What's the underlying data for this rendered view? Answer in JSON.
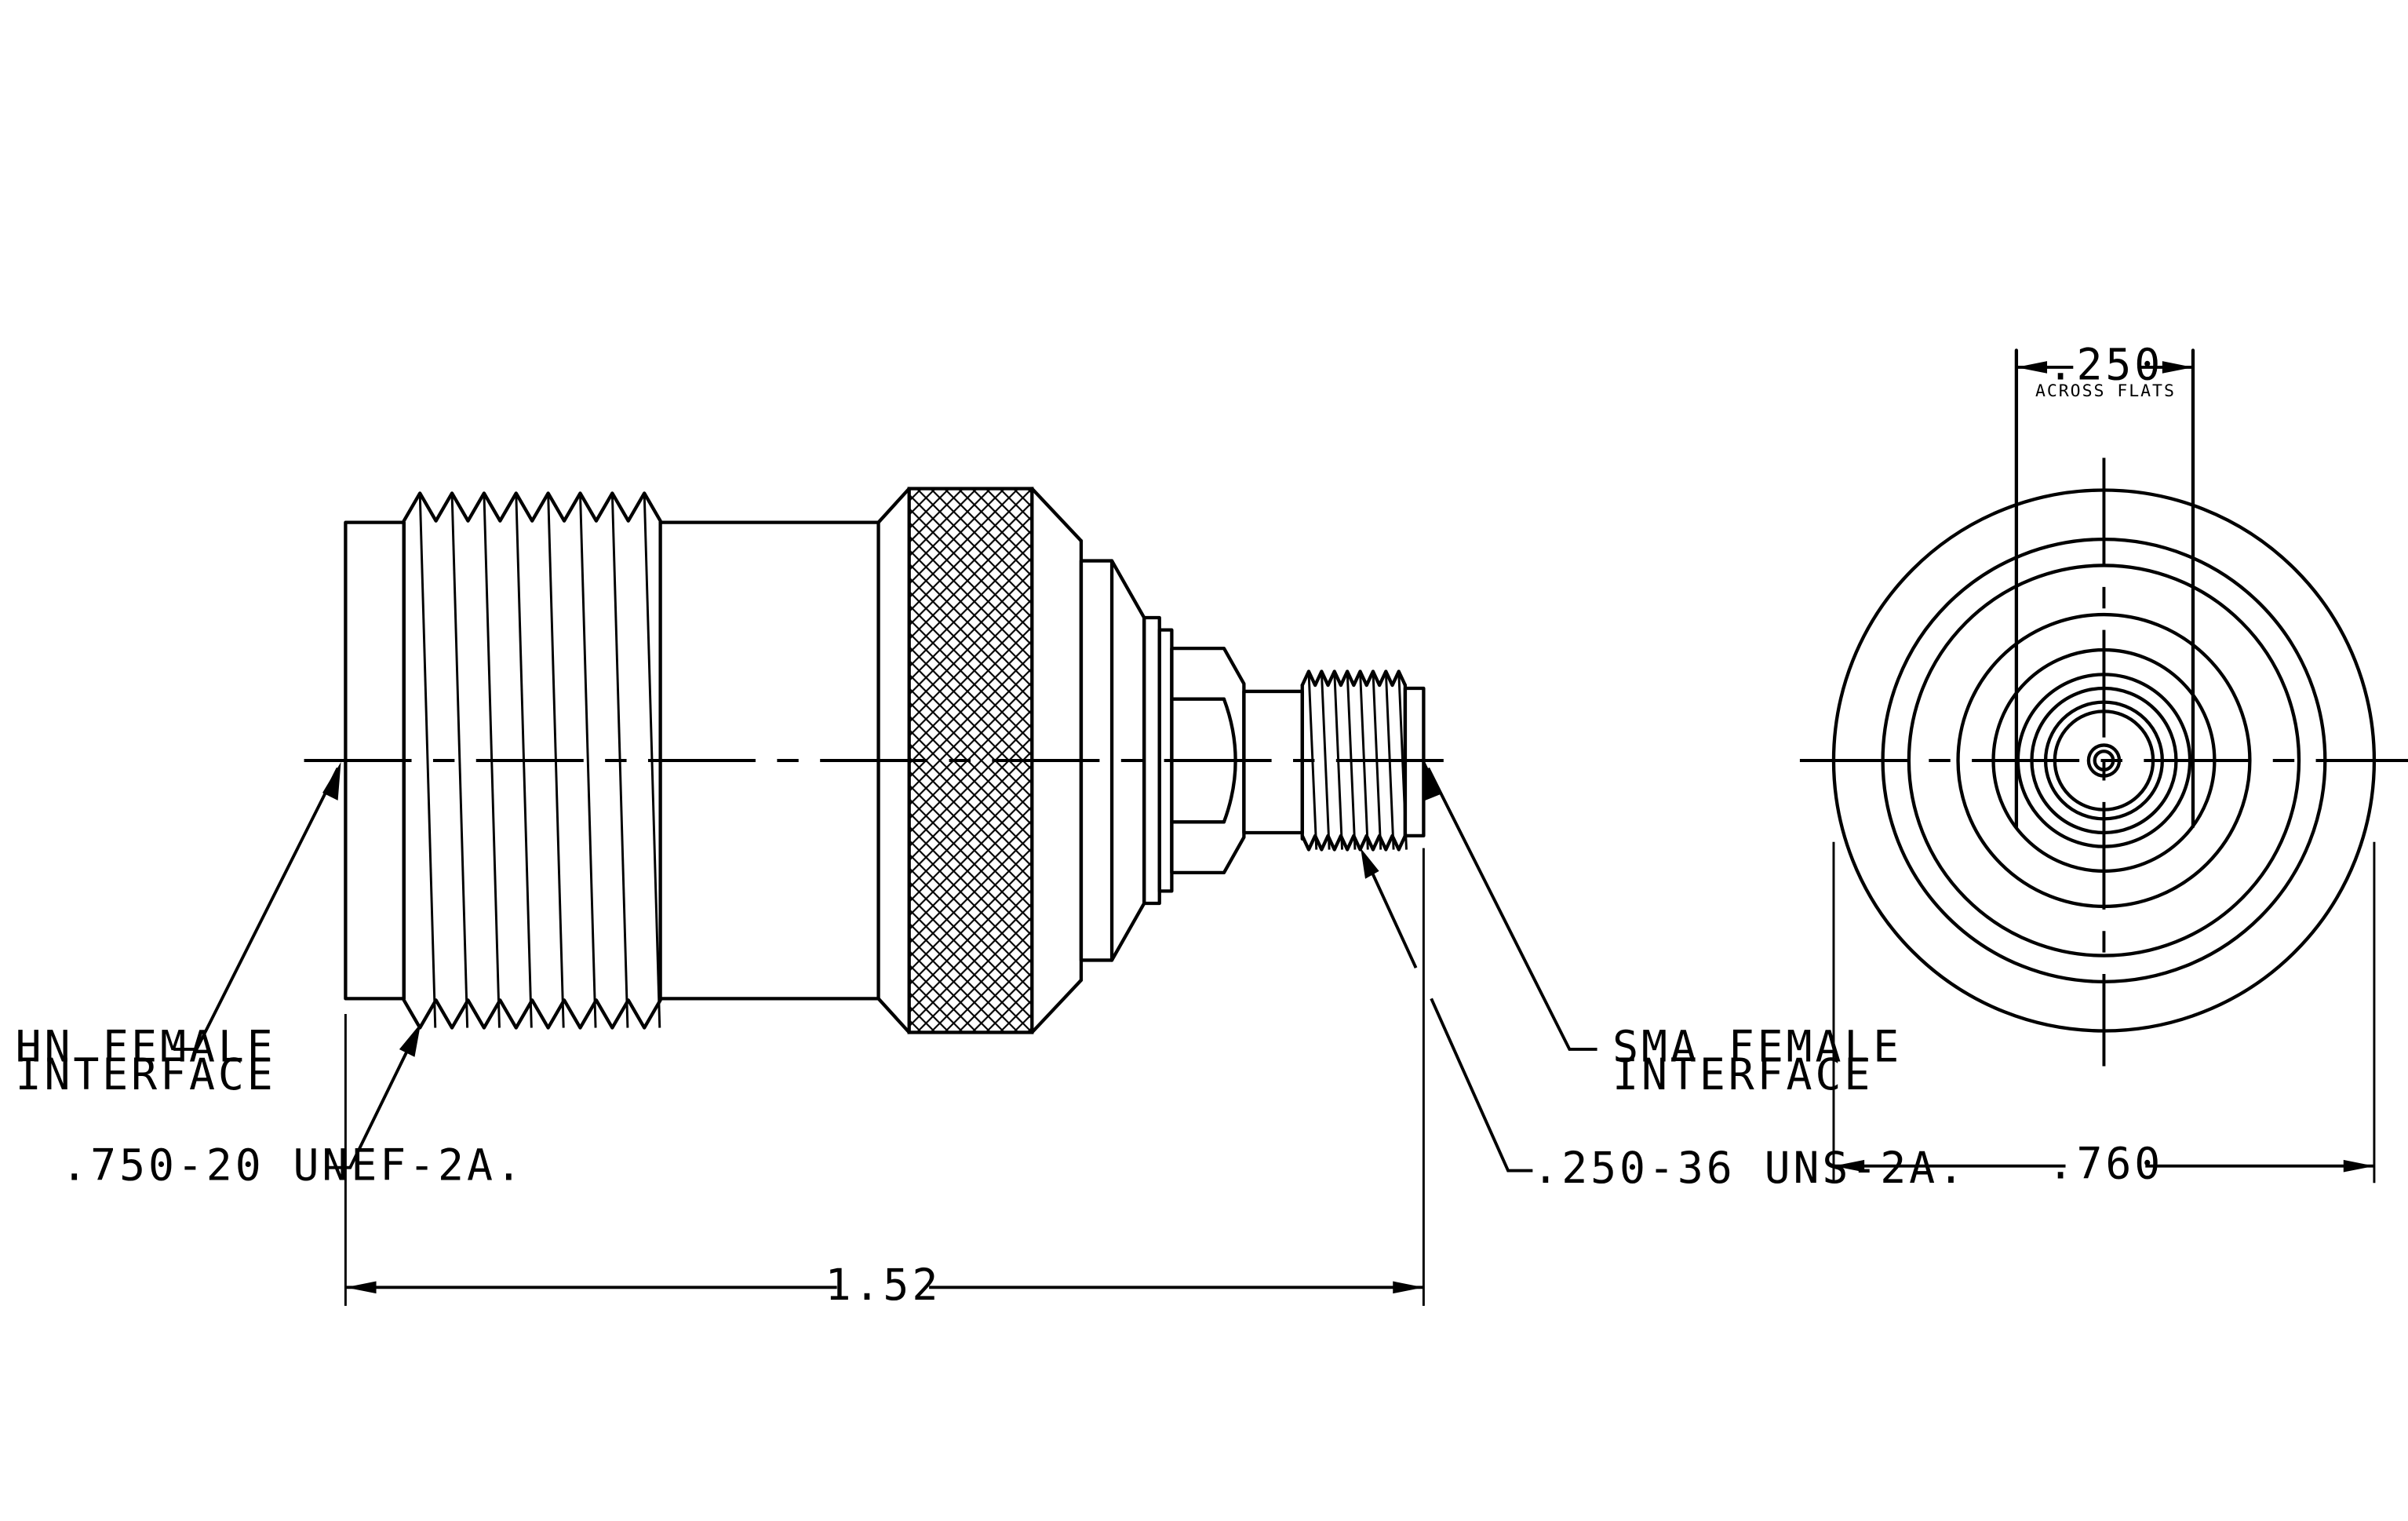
{
  "side_view": {
    "hn_label_line1": "HN FEMALE",
    "hn_label_line2": "INTERFACE",
    "sma_label_line1": "SMA FEMALE",
    "sma_label_line2": "INTERFACE",
    "hn_thread_spec": ".750-20 UNEF-2A.",
    "sma_thread_spec": ".250-36 UNS-2A.",
    "overall_length": "1.52"
  },
  "end_view": {
    "flats_dimension": ".250",
    "flats_note": "ACROSS FLATS",
    "outer_diameter": ".760"
  },
  "colors": {
    "line": "#000000",
    "background": "#ffffff"
  }
}
